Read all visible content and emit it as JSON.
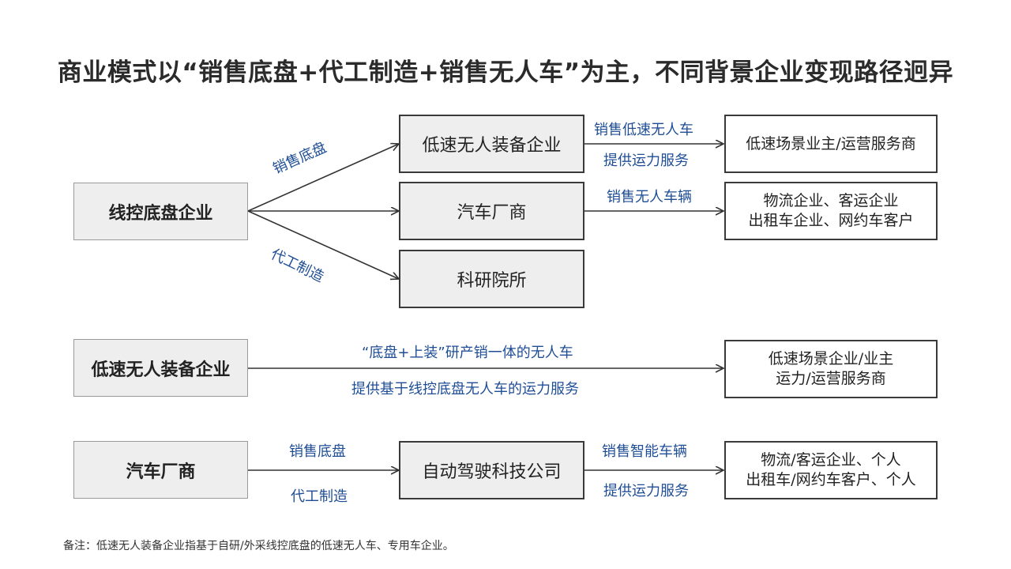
{
  "title": "商业模式以“销售底盘+代工制造+销售无人车”为主，不同背景企业变现路径迥异",
  "section1": {
    "source": "线控底盘企业",
    "edge_up_label": "销售底盘",
    "edge_down_label": "代工制造",
    "targets": [
      "低速无人装备企业",
      "汽车厂商",
      "科研院所"
    ],
    "branch1": {
      "label_top": "销售低速无人车",
      "label_bottom": "提供运力服务",
      "customer": "低速场景业主/运营服务商"
    },
    "branch2": {
      "label_top": "销售无人车辆",
      "customer_line1": "物流企业、客运企业",
      "customer_line2": "出租车企业、网约车客户"
    }
  },
  "section2": {
    "source": "低速无人装备企业",
    "label_top": "“底盘+上装”研产销一体的无人车",
    "label_bottom": "提供基于线控底盘无人车的运力服务",
    "customer_line1": "低速场景企业/业主",
    "customer_line2": "运力/运营服务商"
  },
  "section3": {
    "source": "汽车厂商",
    "label_top_left": "销售底盘",
    "label_bottom_left": "代工制造",
    "mid": "自动驾驶科技公司",
    "label_top_right": "销售智能车辆",
    "label_bottom_right": "提供运力服务",
    "customer_line1": "物流/客运企业、个人",
    "customer_line2": "出租车/网约车客户、个人"
  },
  "note": "备注：低速无人装备企业指基于自研/外采线控底盘的低速无人车、专用车企业。"
}
